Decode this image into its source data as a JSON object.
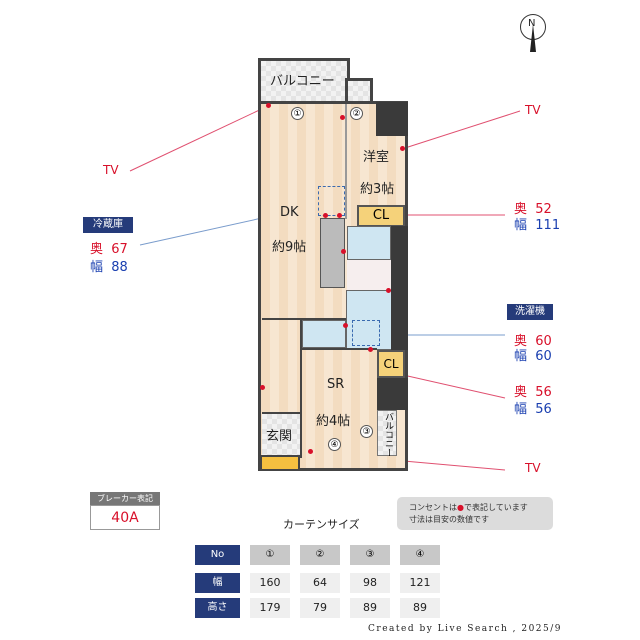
{
  "compass": {
    "label": "N"
  },
  "plan": {
    "balcony_top": "バルコニー",
    "western_room": "洋室",
    "western_size": "約3帖",
    "cl": "CL",
    "dk": "DK",
    "dk_size": "約9帖",
    "sr": "SR",
    "sr_size": "約4帖",
    "entrance": "玄関",
    "balcony_small": "バルコニー",
    "windows": [
      "①",
      "②",
      "③",
      "④"
    ]
  },
  "annotations": {
    "tv": "TV",
    "fridge": {
      "title": "冷蔵庫",
      "depth_label": "奥",
      "depth": "67",
      "width_label": "幅",
      "width": "88"
    },
    "cl1": {
      "depth_label": "奥",
      "depth": "52",
      "width_label": "幅",
      "width": "111"
    },
    "washer": {
      "title": "洗濯機",
      "depth_label": "奥",
      "depth": "60",
      "width_label": "幅",
      "width": "60"
    },
    "cl2": {
      "depth_label": "奥",
      "depth": "56",
      "width_label": "幅",
      "width": "56"
    }
  },
  "breaker": {
    "label": "ブレーカー表記",
    "value": "40A"
  },
  "notice": {
    "line1a": "コンセントは",
    "line1b": "で表記しています",
    "line2": "寸法は目安の数値です"
  },
  "curtain": {
    "title": "カーテンサイズ",
    "headers": [
      "No",
      "①",
      "②",
      "③",
      "④"
    ],
    "rows": [
      {
        "label": "幅",
        "values": [
          "160",
          "64",
          "98",
          "121"
        ]
      },
      {
        "label": "高さ",
        "values": [
          "179",
          "79",
          "89",
          "89"
        ]
      }
    ]
  },
  "footer": "Created by Live Search , 2025/9",
  "colors": {
    "outlet": "#d8102a",
    "navy": "#253b7a",
    "depth": "#d8102a",
    "width": "#1a3fb0"
  }
}
